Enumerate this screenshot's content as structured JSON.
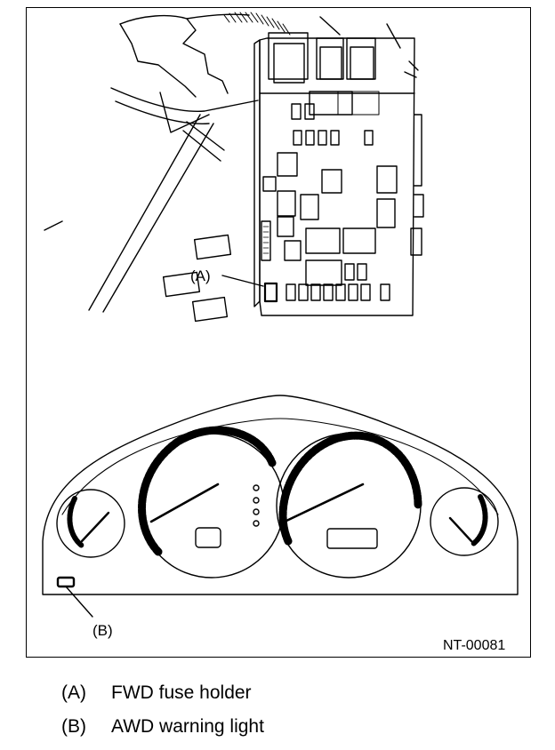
{
  "figure": {
    "callout_a": "(A)",
    "callout_b": "(B)",
    "figure_code": "NT-00081"
  },
  "legend": [
    {
      "key": "(A)",
      "text": "FWD fuse holder"
    },
    {
      "key": "(B)",
      "text": "AWD warning light"
    }
  ]
}
